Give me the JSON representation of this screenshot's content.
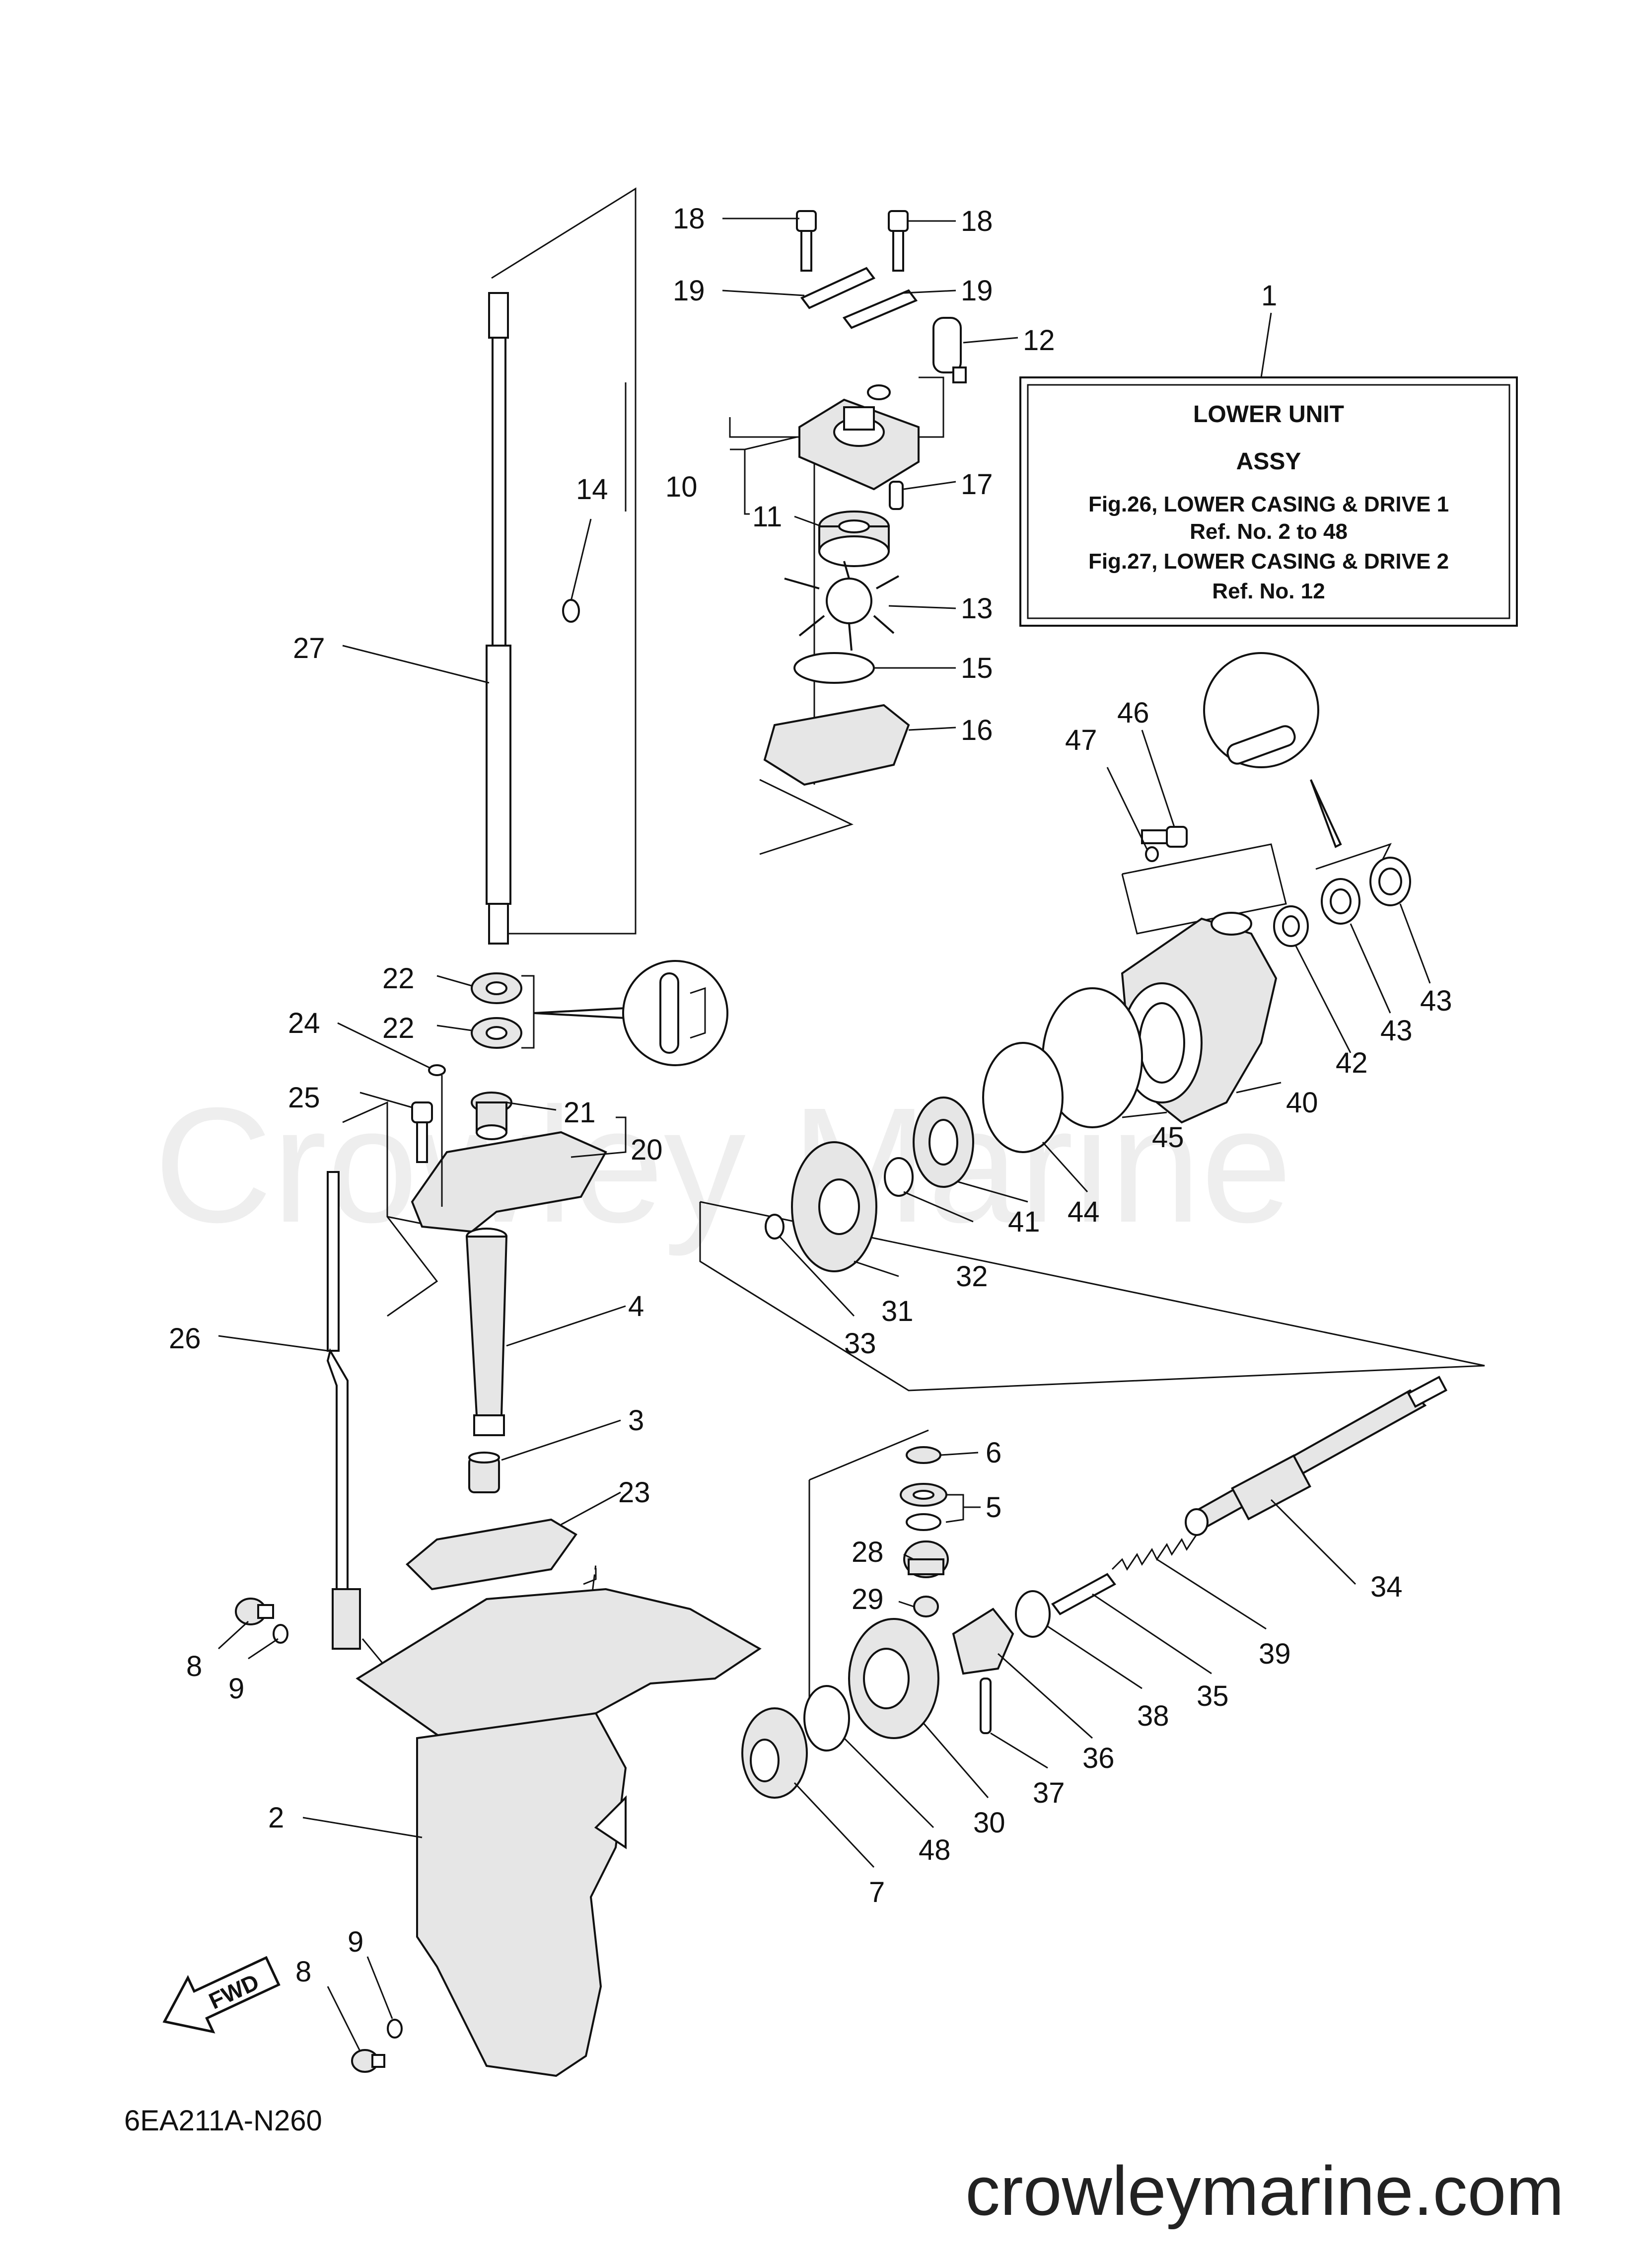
{
  "watermark": "Crowley Marine",
  "site": "crowleymarine.com",
  "figure_code": "6EA211A-N260",
  "fwd_label": "FWD",
  "info_box": {
    "ref_number": "1",
    "lines": [
      "LOWER UNIT",
      "ASSY",
      "Fig.26, LOWER CASING & DRIVE 1",
      "Ref. No. 2 to 48",
      "Fig.27, LOWER CASING & DRIVE 2",
      "Ref. No. 12"
    ]
  },
  "callouts": {
    "c18a": "18",
    "c18b": "18",
    "c19a": "19",
    "c19b": "19",
    "c12": "12",
    "c10": "10",
    "c11": "11",
    "c17": "17",
    "c13": "13",
    "c15": "15",
    "c16": "16",
    "c14": "14",
    "c27": "27",
    "c22a": "22",
    "c22b": "22",
    "c24": "24",
    "c25": "25",
    "c21": "21",
    "c20": "20",
    "c26": "26",
    "c4": "4",
    "c3": "3",
    "c23": "23",
    "c8a": "8",
    "c9a": "9",
    "c2": "2",
    "c9b": "9",
    "c8b": "8",
    "c47": "47",
    "c46": "46",
    "c42": "42",
    "c43a": "43",
    "c43b": "43",
    "c40": "40",
    "c45": "45",
    "c44": "44",
    "c41": "41",
    "c32": "32",
    "c31": "31",
    "c33": "33",
    "c6": "6",
    "c5": "5",
    "c28": "28",
    "c29": "29",
    "c34": "34",
    "c39": "39",
    "c35": "35",
    "c38": "38",
    "c36": "36",
    "c37": "37",
    "c30": "30",
    "c48": "48",
    "c7": "7"
  }
}
